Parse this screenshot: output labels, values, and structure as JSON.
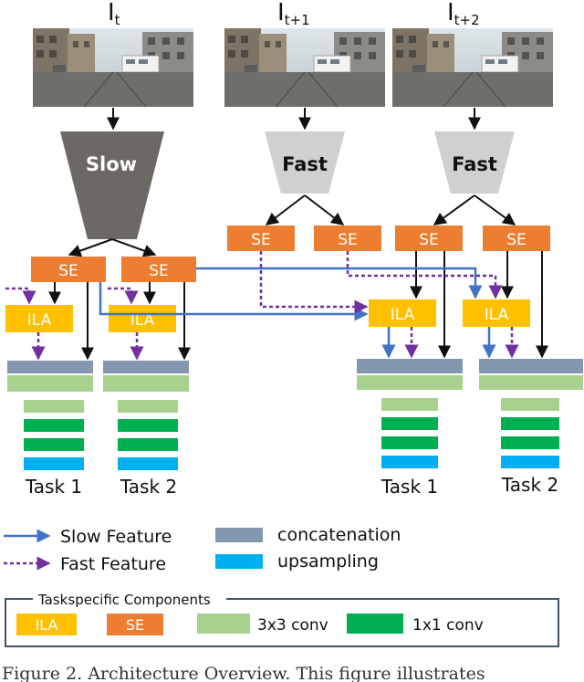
{
  "frames": {
    "f0": {
      "label": "I",
      "sub": "t"
    },
    "f1": {
      "label": "I",
      "sub": "t+1"
    },
    "f2": {
      "label": "I",
      "sub": "t+2"
    }
  },
  "encoders": {
    "slow": "Slow",
    "fast1": "Fast",
    "fast2": "Fast"
  },
  "blocks": {
    "se": "SE",
    "ila": "ILA"
  },
  "tasks": {
    "task1": "Task 1",
    "task2": "Task 2"
  },
  "legend": {
    "slow_feature": "Slow Feature",
    "fast_feature": "Fast Feature",
    "concatenation": "concatenation",
    "upsampling": "upsampling"
  },
  "components_box": {
    "title": "Taskspecific Components",
    "ila": "ILA",
    "se": "SE",
    "conv3": "3x3 conv",
    "conv1": "1x1 conv"
  },
  "caption": "Figure 2. Architecture Overview. This figure illustrates"
}
